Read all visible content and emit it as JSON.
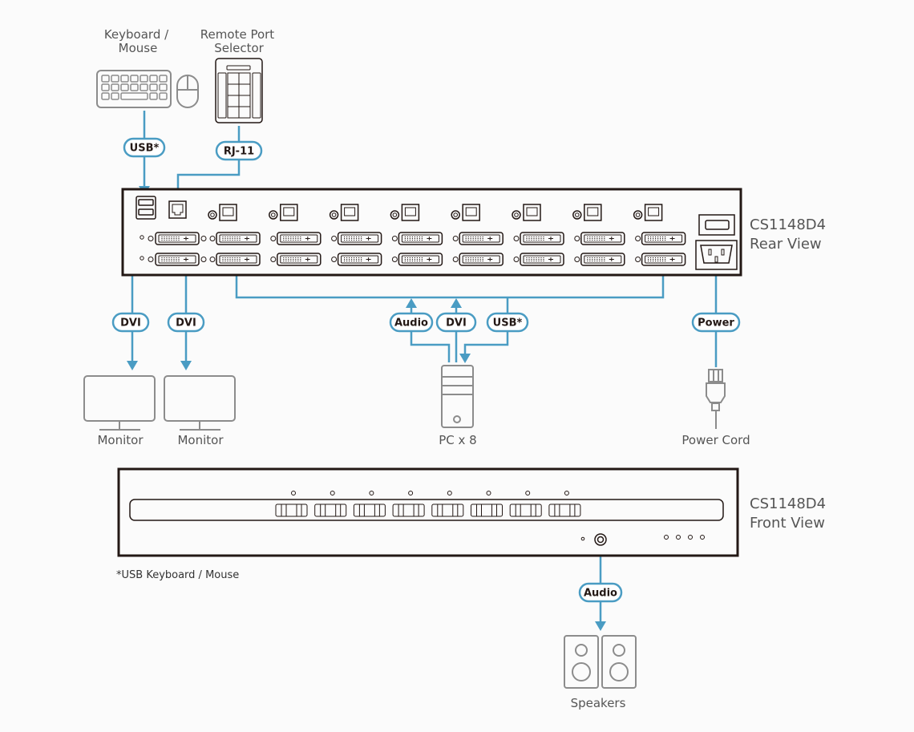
{
  "colors": {
    "cable": "#4a9cc3",
    "device_outline": "#8c8c8c",
    "chassis": "#231815",
    "background": "#fbfbfb"
  },
  "rear": {
    "model": "CS1148D4",
    "view": "Rear View",
    "pc_port_count": 8
  },
  "front": {
    "model": "CS1148D4",
    "view": "Front View",
    "port_button_count": 8
  },
  "devices": {
    "keyboard_mouse": {
      "line1": "Keyboard /",
      "line2": "Mouse",
      "icon": "keyboard-mouse-icon"
    },
    "remote_selector": {
      "line1": "Remote Port",
      "line2": "Selector",
      "icon": "remote-selector-icon"
    },
    "monitor1": {
      "label": "Monitor",
      "icon": "monitor-icon"
    },
    "monitor2": {
      "label": "Monitor",
      "icon": "monitor-icon"
    },
    "pc": {
      "label": "PC x 8",
      "icon": "pc-tower-icon"
    },
    "power_cord": {
      "label": "Power Cord",
      "icon": "power-plug-icon"
    },
    "speakers": {
      "label": "Speakers",
      "icon": "speakers-icon"
    }
  },
  "cables": {
    "usb_km": "USB*",
    "rj11": "RJ-11",
    "dvi_out1": "DVI",
    "dvi_out2": "DVI",
    "pc_audio": "Audio",
    "pc_dvi": "DVI",
    "pc_usb": "USB*",
    "power": "Power",
    "front_audio": "Audio"
  },
  "footnote": "*USB Keyboard / Mouse"
}
